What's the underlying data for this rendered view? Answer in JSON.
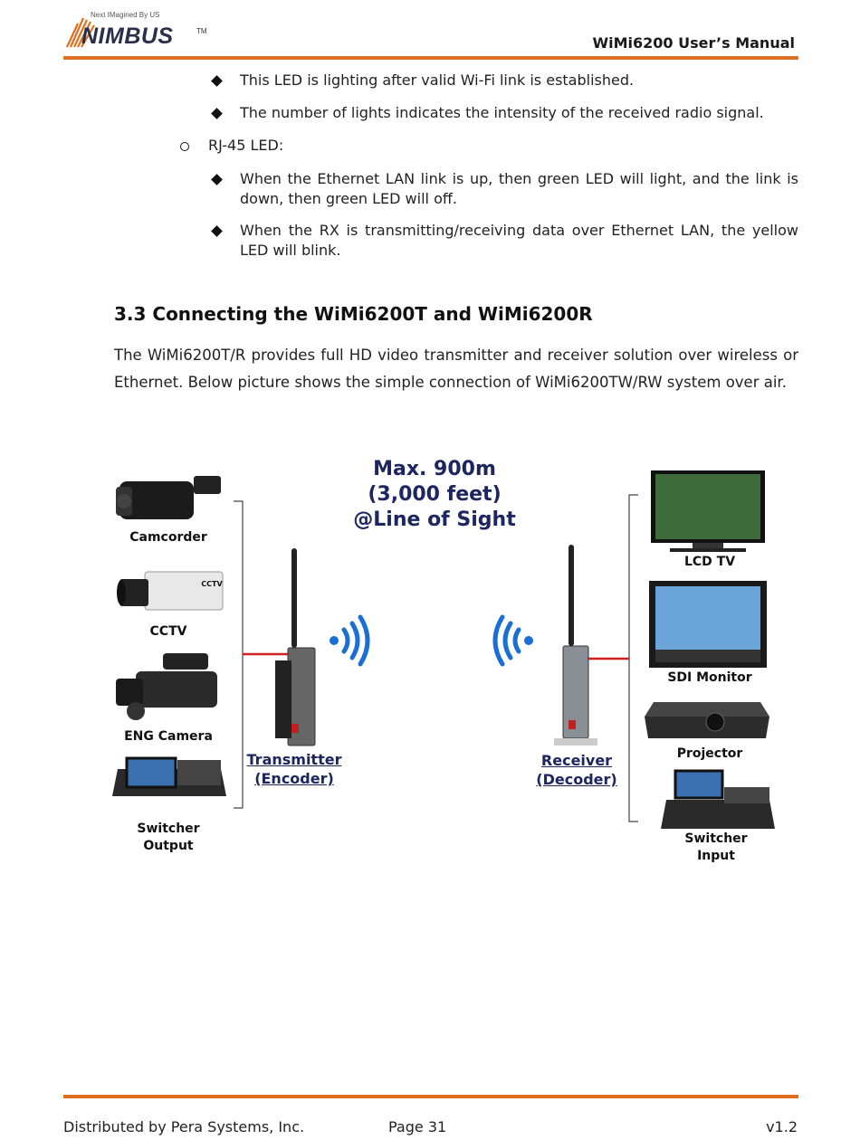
{
  "header": {
    "logo_tagline": "Next IMagined By US",
    "logo_word": "NIMBUS",
    "logo_tm": "TM",
    "title": "WiMi6200 User’s Manual"
  },
  "bullets_top": [
    "This LED is lighting after valid Wi-Fi link is established.",
    "The number of lights indicates the intensity of the received radio signal."
  ],
  "rj45_label": "RJ-45 LED:",
  "bullets_rj45": [
    "When the Ethernet LAN link is up, then green LED will light, and the link is down, then green LED will off.",
    "When the RX is transmitting/receiving data over Ethernet LAN, the yellow LED will blink."
  ],
  "section": {
    "title": "3.3 Connecting the WiMi6200T and WiMi6200R",
    "paragraph": "The WiMi6200T/R provides full HD video transmitter and receiver solution over wireless or Ethernet. Below picture shows the simple connection of WiMi6200TW/RW system over air."
  },
  "diagram": {
    "range_lines": [
      "Max. 900m",
      "(3,000 feet)",
      "@Line of Sight"
    ],
    "sources": {
      "camcorder": "Camcorder",
      "cctv": "CCTV",
      "cctv_badge": "CCTV",
      "eng_camera": "ENG Camera",
      "switcher_output_1": "Switcher",
      "switcher_output_2": "Output"
    },
    "sinks": {
      "lcd_tv": "LCD TV",
      "sdi_monitor": "SDI Monitor",
      "projector": "Projector",
      "switcher_input_1": "Switcher",
      "switcher_input_2": "Input"
    },
    "transmitter_1": "Transmitter",
    "transmitter_2": "(Encoder)",
    "receiver_1": "Receiver",
    "receiver_2": "(Decoder)"
  },
  "footer": {
    "left": "Distributed by Pera Systems, Inc.",
    "center": "Page 31",
    "right": "v1.2"
  },
  "colors": {
    "accent_rule": "#e07020",
    "diagram_navy": "#1d2660",
    "signal_blue": "#1a6fd6",
    "cable_red": "#d02020"
  }
}
